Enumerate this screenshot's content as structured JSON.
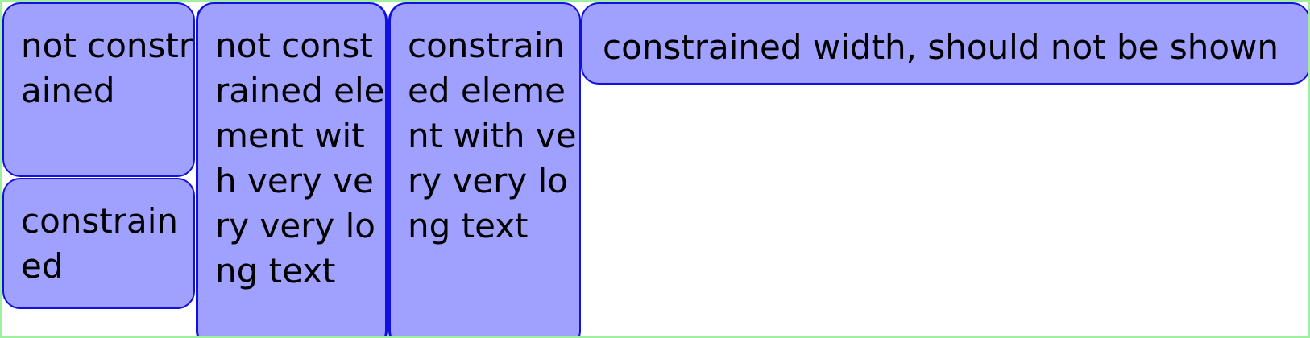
{
  "colors": {
    "frame_border": "#9ef09e",
    "box_fill": "#a0a0ff",
    "box_border": "#1010e0",
    "text": "#000000"
  },
  "boxes": {
    "not_constrained": "not constrained",
    "constrained": "constrained",
    "not_constrained_long": "not constrained element with very very very long text",
    "constrained_long": "constrained element with very very long text",
    "constrained_width": "constrained width, should not be shown"
  }
}
